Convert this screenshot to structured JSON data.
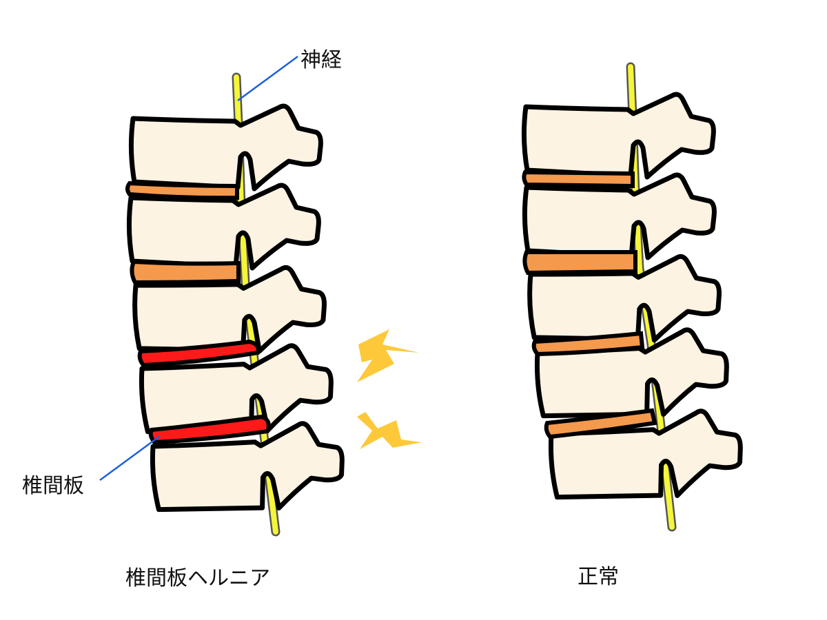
{
  "labels": {
    "nerve": "神経",
    "disc": "椎間板",
    "herniated_title": "椎間板ヘルニア",
    "normal_title": "正常"
  },
  "colors": {
    "bone": "#fdf3e3",
    "disc_normal": "#f5994d",
    "disc_herniated": "#ff1a1a",
    "nerve": "#f5f53a",
    "pain": "#fdc93a",
    "leader": "#1a5fe0"
  }
}
